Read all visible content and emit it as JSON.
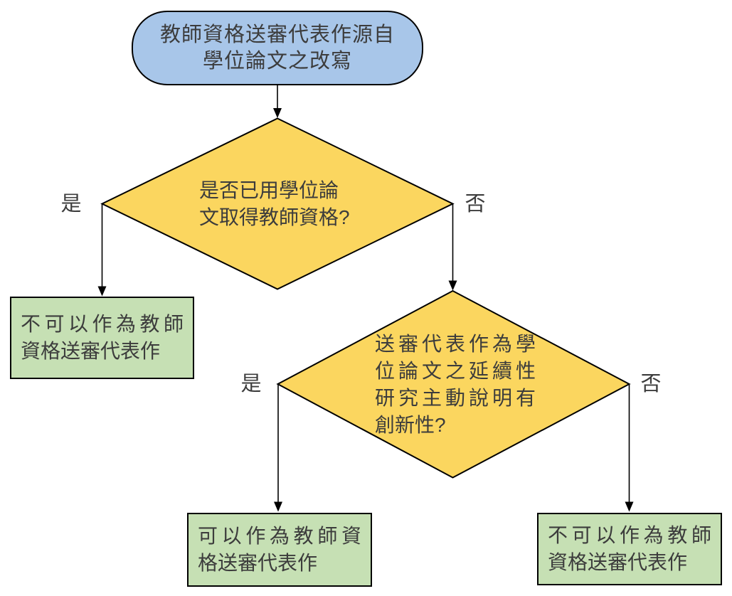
{
  "diagram": {
    "background": "#ffffff",
    "colors": {
      "start_fill": "#a8c6e9",
      "decision_fill": "#fbd65f",
      "result_fill": "#c6e0b4",
      "outline": "#000000",
      "text": "#3c3c3c"
    },
    "start": {
      "full_text": "教師資格送審代表作源自學位論文之改寫",
      "lines": [
        "教師資格送審代表作源自",
        "學位論文之改寫"
      ]
    },
    "decision1": {
      "full_text": "是否已用學位論文取得教師資格?",
      "lines": [
        "是否已用學位論",
        "文取得教師資格?"
      ]
    },
    "decision2": {
      "full_text": "送審代表作為學位論文之延續性研究主動說明有創新性?",
      "lines": [
        "送審代表作為學",
        "位論文之延續性",
        "研究主動說明有",
        "創新性?"
      ]
    },
    "result_left": {
      "full_text": "不可以作為教師資格送審代表作",
      "lines": [
        "不可以作為教師",
        "資格送審代表作"
      ]
    },
    "result_middle": {
      "full_text": "可以作為教師資格送審代表作",
      "lines": [
        "可以作為教師資",
        "格送審代表作"
      ]
    },
    "result_right": {
      "full_text": "不可以作為教師資格送審代表作",
      "lines": [
        "不可以作為教師",
        "資格送審代表作"
      ]
    },
    "branch_labels": {
      "decision1_yes": "是",
      "decision1_no": "否",
      "decision2_yes": "是",
      "decision2_no": "否"
    }
  }
}
